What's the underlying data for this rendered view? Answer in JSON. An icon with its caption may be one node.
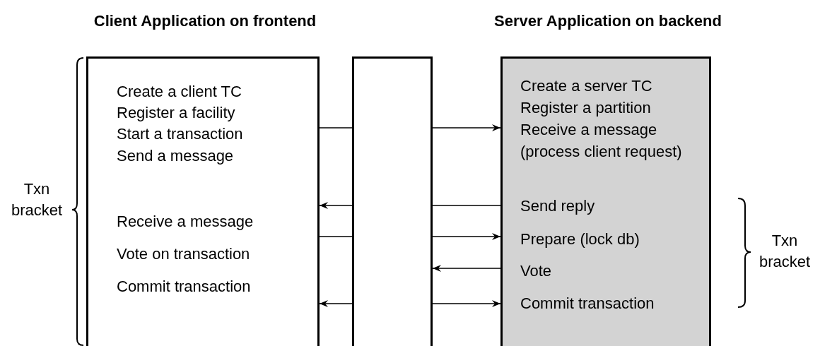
{
  "diagram": {
    "nodes": [
      {
        "text": [
          "Client Application on frontend",
          "Create a client TC",
          "Register a facility",
          "Start a transaction",
          "Send a message",
          "Receive a message",
          "Vote on transaction",
          "Commit transaction"
        ]
      },
      {
        "text": [],
        "shape": "box"
      },
      {
        "text": [
          "Server Application on backend",
          "Create a server TC",
          "Register a partition",
          "Receive a message",
          "(process client request)",
          "Send reply",
          "Prepare (lock db)",
          "Vote",
          "Commit transaction"
        ]
      }
    ],
    "edges": [
      {
        "from": 0,
        "to": 1,
        "arrow": "none"
      },
      {
        "from": 1,
        "to": 2,
        "arrow": "to"
      },
      {
        "from": 2,
        "to": 1,
        "arrow": "none"
      },
      {
        "from": 1,
        "to": 0,
        "arrow": "to"
      },
      {
        "from": 0,
        "to": 1,
        "arrow": "none"
      },
      {
        "from": 1,
        "to": 2,
        "arrow": "to"
      },
      {
        "from": 2,
        "to": 1,
        "arrow": "to"
      },
      {
        "from": 1,
        "to": 0,
        "arrow": "to"
      },
      {
        "from": 1,
        "to": 2,
        "arrow": "to"
      }
    ],
    "labels": [
      "Txn bracket",
      "Txn bracket"
    ]
  }
}
